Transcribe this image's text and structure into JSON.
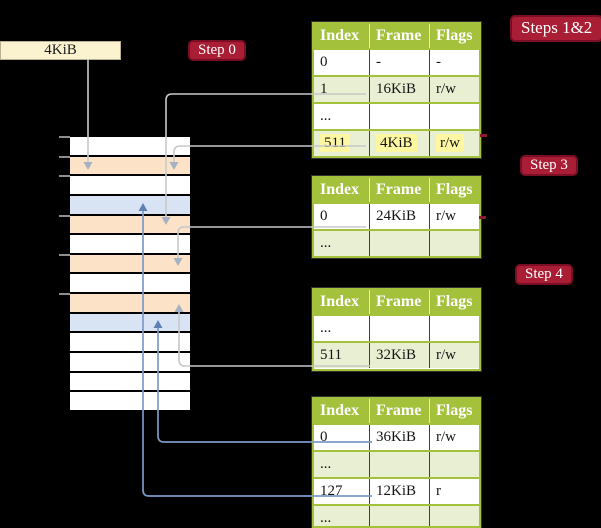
{
  "base_box": {
    "label": "4KiB"
  },
  "steps": [
    {
      "label": "Step 0"
    },
    {
      "label": "Steps 1&2"
    },
    {
      "label": "Step 3"
    },
    {
      "label": "Step 4"
    }
  ],
  "tables": [
    {
      "name": "page-table-steps-1-2",
      "headers": [
        "Index",
        "Frame",
        "Flags"
      ],
      "rows": [
        {
          "cells": [
            "0",
            "-",
            "-"
          ],
          "shaded": false,
          "highlighted": false
        },
        {
          "cells": [
            "1",
            "16KiB",
            "r/w"
          ],
          "shaded": true,
          "highlighted": false
        },
        {
          "cells": [
            "...",
            "",
            ""
          ],
          "shaded": false,
          "highlighted": false
        },
        {
          "cells": [
            "511",
            "4KiB",
            "r/w"
          ],
          "shaded": true,
          "highlighted": true
        }
      ]
    },
    {
      "name": "page-table-step-3",
      "headers": [
        "Index",
        "Frame",
        "Flags"
      ],
      "rows": [
        {
          "cells": [
            "0",
            "24KiB",
            "r/w"
          ],
          "shaded": false,
          "highlighted": false
        },
        {
          "cells": [
            "...",
            "",
            ""
          ],
          "shaded": true,
          "highlighted": false
        }
      ]
    },
    {
      "name": "page-table-step-4",
      "headers": [
        "Index",
        "Frame",
        "Flags"
      ],
      "rows": [
        {
          "cells": [
            "...",
            "",
            ""
          ],
          "shaded": false,
          "highlighted": false
        },
        {
          "cells": [
            "511",
            "32KiB",
            "r/w"
          ],
          "shaded": true,
          "highlighted": false
        }
      ]
    },
    {
      "name": "page-table-last-level",
      "headers": [
        "Index",
        "Frame",
        "Flags"
      ],
      "rows": [
        {
          "cells": [
            "0",
            "36KiB",
            "r/w"
          ],
          "shaded": false,
          "highlighted": false
        },
        {
          "cells": [
            "...",
            "",
            ""
          ],
          "shaded": true,
          "highlighted": false
        },
        {
          "cells": [
            "127",
            "12KiB",
            "r"
          ],
          "shaded": false,
          "highlighted": false
        },
        {
          "cells": [
            "...",
            "",
            ""
          ],
          "shaded": true,
          "highlighted": false
        }
      ]
    }
  ],
  "memory": {
    "row_fills": [
      "white",
      "orange",
      "white",
      "blue",
      "orange",
      "white",
      "orange",
      "white",
      "orange",
      "blue",
      "white",
      "white",
      "white",
      "white"
    ],
    "tick_marks_at_row_boundaries": [
      0,
      1,
      2,
      4,
      6,
      8
    ]
  },
  "connectors": [
    {
      "from": "4KiB base box",
      "to": "orange memory row 2",
      "style": "grey"
    },
    {
      "from": "table1 index 1 (16KiB)",
      "to": "orange memory row 5",
      "style": "grey"
    },
    {
      "from": "table1 index 511 (4KiB)",
      "to": "orange memory row 2",
      "style": "grey"
    },
    {
      "from": "table2 index 0 (24KiB)",
      "to": "orange memory row 7",
      "style": "grey"
    },
    {
      "from": "table3 index 511 (32KiB)",
      "to": "orange memory row 9",
      "style": "grey"
    },
    {
      "from": "table4 index 0 (36KiB)",
      "to": "blue memory row 10",
      "style": "blue"
    },
    {
      "from": "table4 index 127 (12KiB)",
      "to": "blue memory row 4",
      "style": "blue"
    }
  ],
  "colors": {
    "white": "#ffffff",
    "orange": "#fce3c7",
    "blue": "#d8e4f3",
    "header_green": "#a4c13c",
    "row_green": "#e9efd3",
    "cream": "#fbf2d0",
    "label_red": "#a91e35",
    "label_border": "#7a0e24",
    "highlight": "#fdf7a2",
    "grey_line": "#c8c8c8",
    "grey_head": "#a6b1c3",
    "blue_line": "#7e99c8",
    "blue_head": "#5f80b5",
    "dash_red": "#8c1a2e"
  }
}
